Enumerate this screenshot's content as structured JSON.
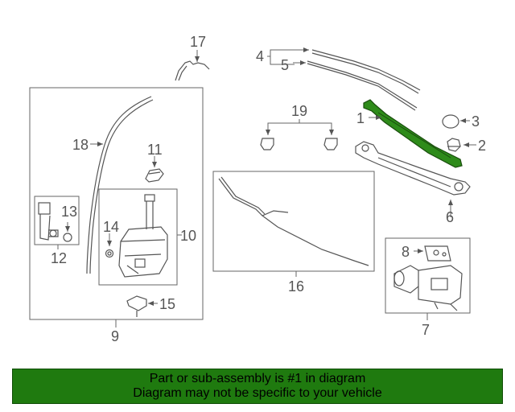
{
  "callouts": {
    "c1": "1",
    "c2": "2",
    "c3": "3",
    "c4": "4",
    "c5": "5",
    "c6": "6",
    "c7": "7",
    "c8": "8",
    "c9": "9",
    "c10": "10",
    "c11": "11",
    "c12": "12",
    "c13": "13",
    "c14": "14",
    "c15": "15",
    "c16": "16",
    "c17": "17",
    "c18": "18",
    "c19": "19"
  },
  "highlight_color": "#2e8b1a",
  "banner": {
    "line1": "Part or sub-assembly is #1 in diagram",
    "line2": "Diagram may not be specific to your vehicle",
    "background": "#1f7a0f"
  }
}
